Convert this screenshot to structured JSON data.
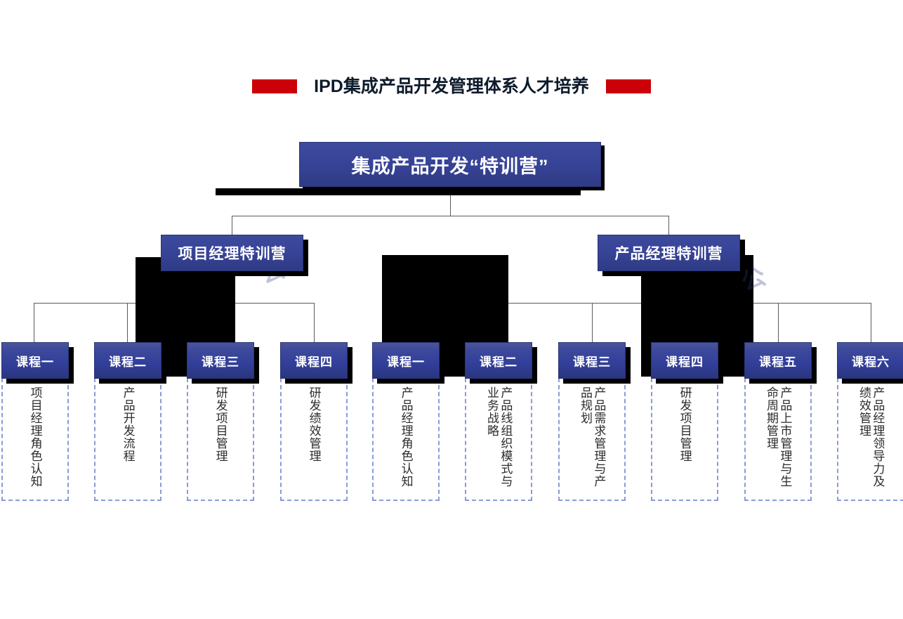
{
  "title": {
    "text": "IPD集成产品开发管理体系人才培养",
    "accent_color": "#cc0008"
  },
  "theme": {
    "node_blue": "#35419a",
    "node_blue_dark": "#2a3580",
    "shadow": "#000000",
    "dashed_border": "#8a9cd8",
    "connector": "#595959",
    "body_text": "#2b2b2b"
  },
  "root": {
    "label": "集成产品开发“特训营”"
  },
  "level2": [
    {
      "label": "项目经理特训营"
    },
    {
      "label": "产品经理特训营"
    }
  ],
  "leaves": [
    {
      "head": "课程一",
      "lines": [
        "项目经理角色认知"
      ]
    },
    {
      "head": "课程二",
      "lines": [
        "产品开发流程"
      ]
    },
    {
      "head": "课程三",
      "lines": [
        "研发项目管理"
      ]
    },
    {
      "head": "课程四",
      "lines": [
        "研发绩效管理"
      ]
    },
    {
      "head": "课程一",
      "lines": [
        "产品经理角色认知"
      ]
    },
    {
      "head": "课程二",
      "lines": [
        "产品线组织模式与",
        "业务战略"
      ]
    },
    {
      "head": "课程三",
      "lines": [
        "产品需求管理与产",
        "品规划"
      ]
    },
    {
      "head": "课程四",
      "lines": [
        "研发项目管理"
      ]
    },
    {
      "head": "课程五",
      "lines": [
        "产品上市管理与生",
        "命周期管理"
      ]
    },
    {
      "head": "课程六",
      "lines": [
        "产品经理领导力及",
        "绩效管理"
      ]
    }
  ]
}
